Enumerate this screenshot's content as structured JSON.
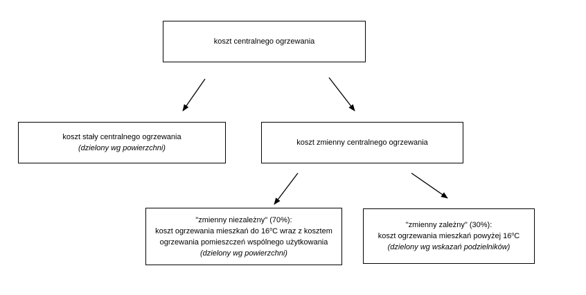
{
  "diagram": {
    "root": {
      "title": "koszt centralnego ogrzewania"
    },
    "fixed_cost": {
      "title": "koszt stały centralnego ogrzewania",
      "note": "(dzielony wg powierzchni)"
    },
    "variable_cost": {
      "title": "koszt zmienny centralnego ogrzewania"
    },
    "variable_independent": {
      "heading": "\"zmienny niezależny\" (70%):",
      "line2_before": "koszt ogrzewania mieszkań do 16",
      "line2_sup": "o",
      "line2_after": "C wraz z kosztem",
      "line3": "ogrzewania pomieszczeń wspólnego użytkowania",
      "note": "(dzielony wg powierzchni)"
    },
    "variable_dependent": {
      "heading": "\"zmienny zależny\" (30%):",
      "line2_before": "koszt ogrzewania mieszkań powyżej 16",
      "line2_sup": "o",
      "line2_after": "C",
      "note": "(dzielony wg wskazań podzielników)"
    }
  },
  "colors": {
    "stroke": "#000000",
    "background": "#ffffff"
  }
}
